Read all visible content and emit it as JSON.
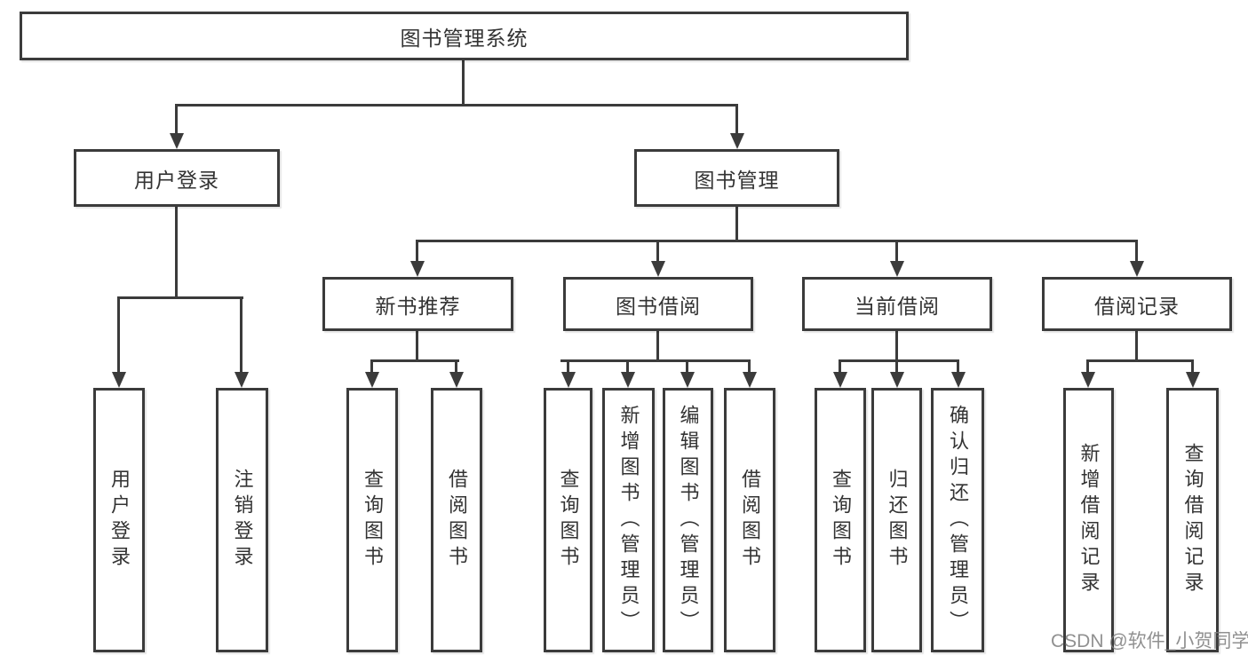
{
  "diagram": {
    "type": "tree",
    "watermark": "CSDN @软件_小贺同学",
    "colors": {
      "line": "#3b3b3b",
      "text": "#333333",
      "box_background": "#ffffff",
      "background": "#ffffff",
      "watermark": "#9b9b9b"
    }
  },
  "tree": {
    "root": {
      "label": "图书管理系统",
      "children": [
        {
          "label": "用户登录",
          "children": [
            {
              "label": "用户登录"
            },
            {
              "label": "注销登录"
            }
          ]
        },
        {
          "label": "图书管理",
          "children": [
            {
              "label": "新书推荐",
              "children": [
                {
                  "label": "查询图书"
                },
                {
                  "label": "借阅图书"
                }
              ]
            },
            {
              "label": "图书借阅",
              "children": [
                {
                  "label": "查询图书"
                },
                {
                  "label": "新增图书（管理员）"
                },
                {
                  "label": "编辑图书（管理员）"
                },
                {
                  "label": "借阅图书"
                }
              ]
            },
            {
              "label": "当前借阅",
              "children": [
                {
                  "label": "查询图书"
                },
                {
                  "label": "归还图书"
                },
                {
                  "label": "确认归还（管理员）"
                }
              ]
            },
            {
              "label": "借阅记录",
              "children": [
                {
                  "label": "新增借阅记录"
                },
                {
                  "label": "查询借阅记录"
                }
              ]
            }
          ]
        }
      ]
    }
  }
}
